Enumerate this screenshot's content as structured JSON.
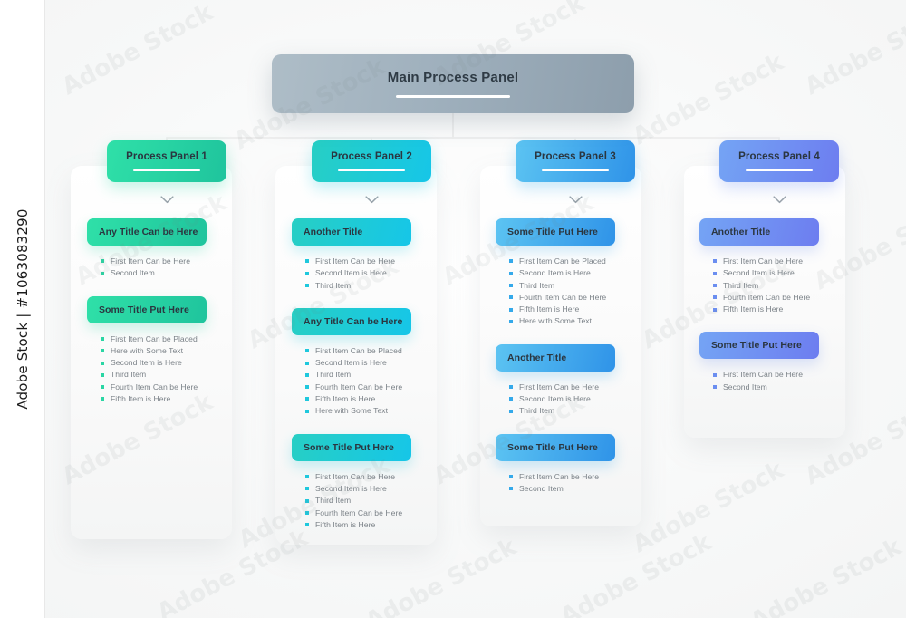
{
  "watermark": {
    "rail_text": "Adobe Stock | #1063083290",
    "tile_text": "Adobe Stock"
  },
  "main_panel": {
    "title": "Main Process Panel",
    "color_start": "#aebdc7",
    "color_end": "#8d9eac"
  },
  "chart_data": {
    "type": "diagram",
    "title": "Main Process Panel",
    "layout": "tree",
    "columns": 4
  },
  "columns": [
    {
      "header": "Process Panel 1",
      "accent": "#2ad6a4",
      "accent_end": "#25c9a0",
      "grad_start": "#2fe0a8",
      "grad_end": "#1fc49d",
      "bullet": "#2ad6a4",
      "chevron_icon": "chevron-down-icon",
      "sections": [
        {
          "title": "Any Title Can be Here",
          "items": [
            "First Item Can be Here",
            "Second Item"
          ]
        },
        {
          "title": "Some Title Put Here",
          "items": [
            "First Item Can be Placed",
            "Here with Some Text",
            "Second Item is Here",
            "Third Item",
            "Fourth Item Can be Here",
            "Fifth Item is Here"
          ]
        }
      ]
    },
    {
      "header": "Process Panel 2",
      "accent": "#1fc8dd",
      "accent_end": "#17c4e0",
      "grad_start": "#27cfc4",
      "grad_end": "#16c6e8",
      "bullet": "#1fc8dd",
      "chevron_icon": "chevron-down-icon",
      "sections": [
        {
          "title": "Another Title",
          "items": [
            "First Item Can be Here",
            "Second Item is Here",
            "Third Item"
          ]
        },
        {
          "title": "Any Title Can be Here",
          "items": [
            "First Item Can be Placed",
            "Second Item is Here",
            "Third Item",
            "Fourth Item Can be Here",
            "Fifth Item is Here",
            "Here with Some Text"
          ]
        },
        {
          "title": "Some Title Put Here",
          "items": [
            "First Item Can be Here",
            "Second Item is Here",
            "Third Item",
            "Fourth Item Can be Here",
            "Fifth Item is Here"
          ]
        }
      ]
    },
    {
      "header": "Process Panel 3",
      "accent": "#34a9ea",
      "accent_end": "#2f9ee8",
      "grad_start": "#5cc4f2",
      "grad_end": "#2f93e8",
      "bullet": "#34a9ea",
      "chevron_icon": "chevron-down-icon",
      "sections": [
        {
          "title": "Some Title Put Here",
          "items": [
            "First Item Can be Placed",
            "Second Item is Here",
            "Third Item",
            "Fourth Item Can be Here",
            "Fifth Item is Here",
            "Here with Some Text"
          ]
        },
        {
          "title": "Another Title",
          "items": [
            "First Item Can be Here",
            "Second Item is Here",
            "Third Item"
          ]
        },
        {
          "title": "Some Title Put Here",
          "items": [
            "First Item Can be Here",
            "Second Item"
          ]
        }
      ]
    },
    {
      "header": "Process Panel 4",
      "accent": "#6b8ef0",
      "accent_end": "#6a86ee",
      "grad_start": "#74a4f4",
      "grad_end": "#6d7df0",
      "bullet": "#6b8ef0",
      "chevron_icon": "chevron-down-icon",
      "sections": [
        {
          "title": "Another Title",
          "items": [
            "First Item Can be Here",
            "Second Item is Here",
            "Third Item",
            "Fourth Item Can be Here",
            "Fifth Item is Here"
          ]
        },
        {
          "title": "Some Title Put Here",
          "items": [
            "First Item Can be Here",
            "Second Item"
          ]
        }
      ]
    }
  ]
}
